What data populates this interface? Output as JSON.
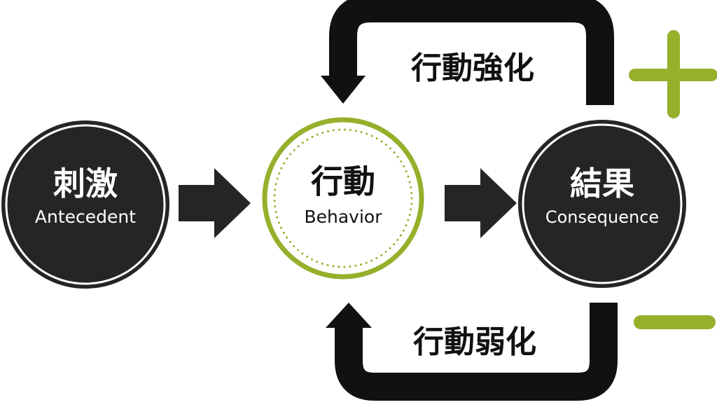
{
  "colors": {
    "dark": "#252525",
    "loop": "#111111",
    "accent_green": "#95b02b",
    "white": "#ffffff"
  },
  "nodes": {
    "antecedent": {
      "jp": "刺激",
      "en": "Antecedent"
    },
    "behavior": {
      "jp": "行動",
      "en": "Behavior"
    },
    "consequence": {
      "jp": "結果",
      "en": "Consequence"
    }
  },
  "loops": {
    "reinforce": {
      "label": "行動強化",
      "sign": "plus-icon"
    },
    "weaken": {
      "label": "行動弱化",
      "sign": "minus-icon"
    }
  }
}
